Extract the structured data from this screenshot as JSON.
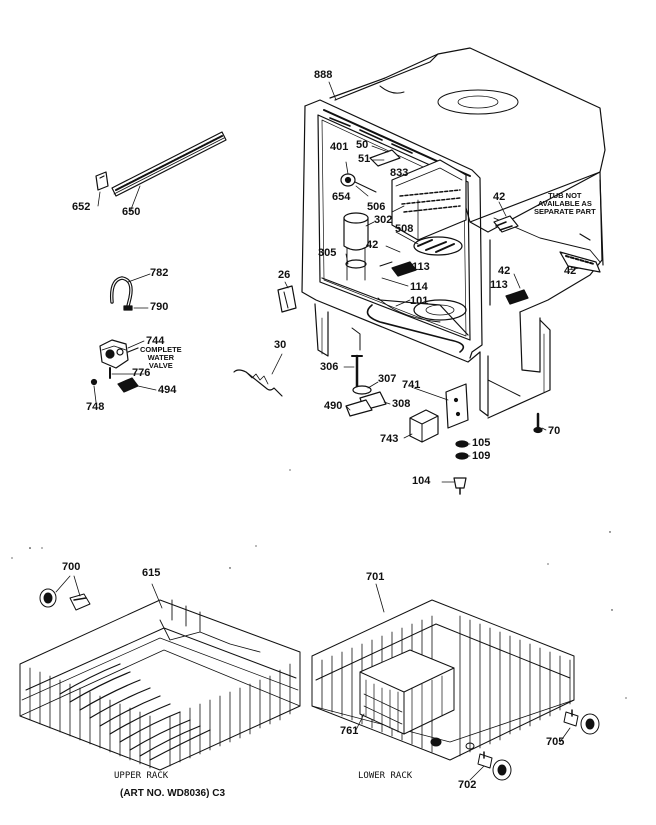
{
  "labels": [
    {
      "id": "888",
      "text": "888"
    },
    {
      "id": "401",
      "text": "401"
    },
    {
      "id": "50",
      "text": "50"
    },
    {
      "id": "51",
      "text": "51"
    },
    {
      "id": "833",
      "text": "833"
    },
    {
      "id": "654",
      "text": "654"
    },
    {
      "id": "506",
      "text": "506"
    },
    {
      "id": "302",
      "text": "302"
    },
    {
      "id": "508",
      "text": "508"
    },
    {
      "id": "42a",
      "text": "42"
    },
    {
      "id": "42b",
      "text": "42"
    },
    {
      "id": "42c",
      "text": "42"
    },
    {
      "id": "42d",
      "text": "42"
    },
    {
      "id": "305",
      "text": "305"
    },
    {
      "id": "113a",
      "text": "113"
    },
    {
      "id": "113b",
      "text": "113"
    },
    {
      "id": "114",
      "text": "114"
    },
    {
      "id": "101",
      "text": "101"
    },
    {
      "id": "26",
      "text": "26"
    },
    {
      "id": "652",
      "text": "652"
    },
    {
      "id": "650",
      "text": "650"
    },
    {
      "id": "782",
      "text": "782"
    },
    {
      "id": "790",
      "text": "790"
    },
    {
      "id": "744",
      "text": "744"
    },
    {
      "id": "776",
      "text": "776"
    },
    {
      "id": "494",
      "text": "494"
    },
    {
      "id": "748",
      "text": "748"
    },
    {
      "id": "30",
      "text": "30"
    },
    {
      "id": "306",
      "text": "306"
    },
    {
      "id": "307",
      "text": "307"
    },
    {
      "id": "741",
      "text": "741"
    },
    {
      "id": "490",
      "text": "490"
    },
    {
      "id": "308",
      "text": "308"
    },
    {
      "id": "743",
      "text": "743"
    },
    {
      "id": "105",
      "text": "105"
    },
    {
      "id": "109",
      "text": "109"
    },
    {
      "id": "104",
      "text": "104"
    },
    {
      "id": "70",
      "text": "70"
    },
    {
      "id": "700",
      "text": "700"
    },
    {
      "id": "615",
      "text": "615"
    },
    {
      "id": "701",
      "text": "701"
    },
    {
      "id": "761",
      "text": "761"
    },
    {
      "id": "705",
      "text": "705"
    },
    {
      "id": "702",
      "text": "702"
    }
  ],
  "notes": {
    "complete_water_valve": "COMPLETE\nWATER\nVALVE",
    "tub_note": "TUB NOT\nAVAILABLE AS\nSEPARATE PART"
  },
  "captions": {
    "upper_rack": "UPPER RACK",
    "lower_rack": "LOWER RACK",
    "art_no": "(ART NO. WD8036) C3"
  }
}
